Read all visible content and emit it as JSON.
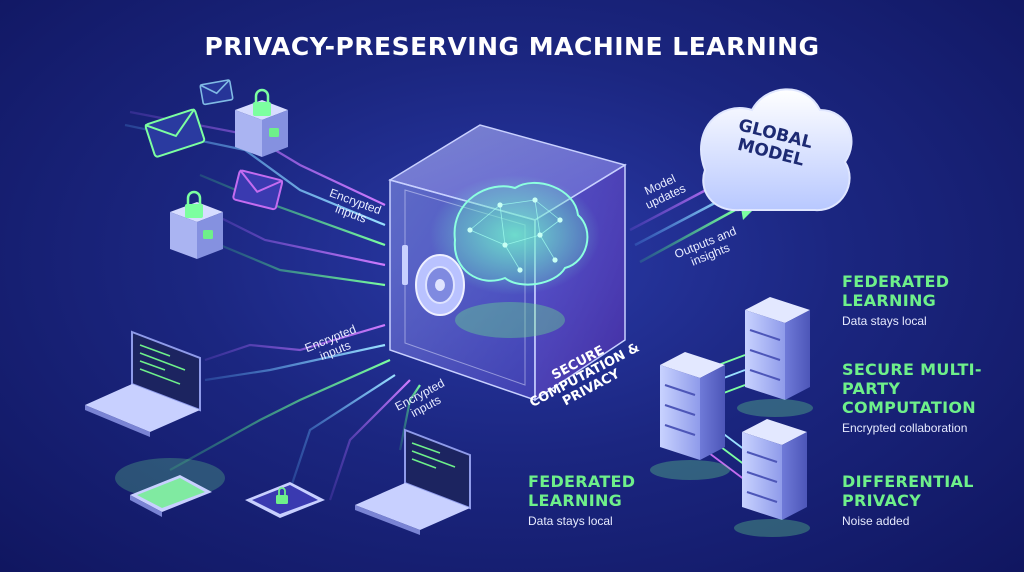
{
  "title": "PRIVACY-PRESERVING MACHINE LEARNING",
  "flows": {
    "encrypted_inputs_top": "Encrypted inputs",
    "encrypted_inputs_mid": "Encrypted inputs",
    "encrypted_inputs_low": "Encrypted inputs",
    "model_updates": "Model updates",
    "outputs_insights": "Outputs and insights"
  },
  "center": {
    "label": "SECURE COMPUTATION & PRIVACY"
  },
  "cloud": {
    "label": "GLOBAL MODEL"
  },
  "techniques": [
    {
      "title": "FEDERATED LEARNING",
      "subtitle": "Data stays local"
    },
    {
      "title": "SECURE MULTI-PARTY COMPUTATION",
      "subtitle": "Encrypted collaboration"
    },
    {
      "title": "DIFFERENTIAL PRIVACY",
      "subtitle": "Noise added"
    },
    {
      "title": "FEDERATED LEARNING",
      "subtitle": "Data stays local"
    }
  ],
  "colors": {
    "accent_green": "#6ef08a",
    "accent_purple": "#c46cf0",
    "accent_cyan": "#7fd6ff",
    "background": "#1b2680"
  },
  "icons": [
    "envelope-icon",
    "padlock-icon",
    "laptop-icon",
    "smartphone-icon",
    "tablet-icon",
    "brain-icon",
    "vault-dial-icon",
    "cloud-icon",
    "server-rack-icon"
  ]
}
